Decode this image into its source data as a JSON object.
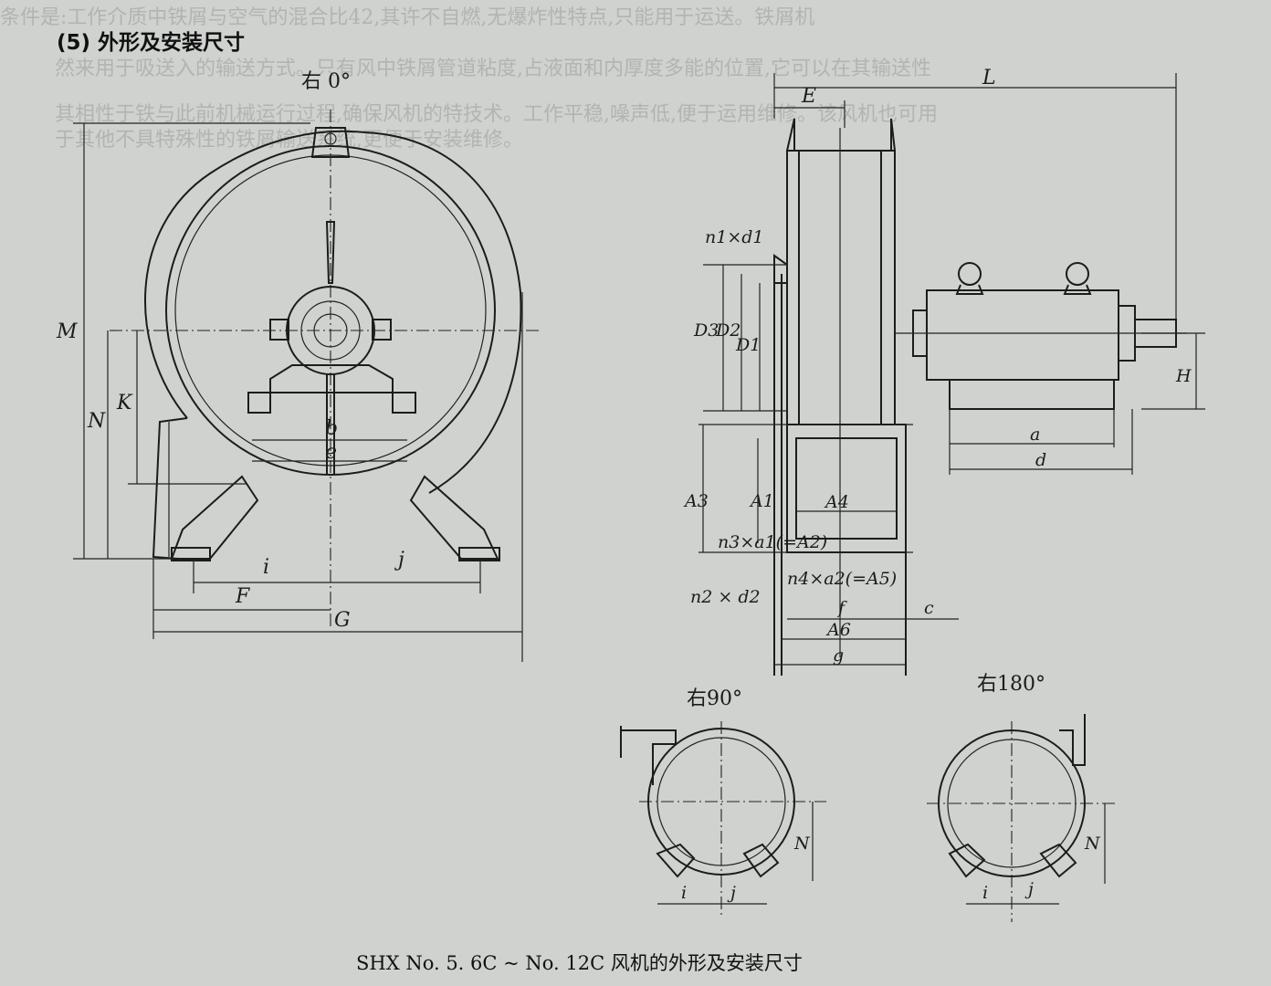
{
  "heading": "(5) 外形及安装尺寸",
  "caption": "SHX No. 5. 6C ~ No. 12C 风机的外形及安装尺寸",
  "views": {
    "main": "右 0°",
    "right90": "右90°",
    "right180": "右180°"
  },
  "dimensions": {
    "M": "M",
    "N": "N",
    "K": "K",
    "b": "b",
    "e": "e",
    "i": "i",
    "j": "j",
    "F": "F",
    "G": "G",
    "E": "E",
    "L": "L",
    "H": "H",
    "a": "a",
    "d": "d",
    "D1": "D1",
    "D2": "D2",
    "D3": "D3",
    "A1": "A1",
    "A3": "A3",
    "A4": "A4",
    "A6": "A6",
    "f": "f",
    "c": "c",
    "g": "g",
    "n1d1": "n1×d1",
    "n2d2": "n2 × d2",
    "n3a1": "n3×a1(=A2)",
    "n4a2": "n4×a2(=A5)"
  },
  "bg_text": [
    "条件是:工作介质中铁屑与空气的混合比42,其许不自燃,无爆炸性特点,只能用于运送。铁屑机",
    "然来用于吸送入的输送方式。只有风中铁屑管道粘度,占液面和内厚度多能的位置,它可以在其输送性",
    "其相性于铁与此前机械运行过程,确保风机的特技术。工作平稳,噪声低,便于运用维修。该风机也可用",
    "于其他不具特殊性的铁屑输送系统,更便于安装维修。"
  ]
}
